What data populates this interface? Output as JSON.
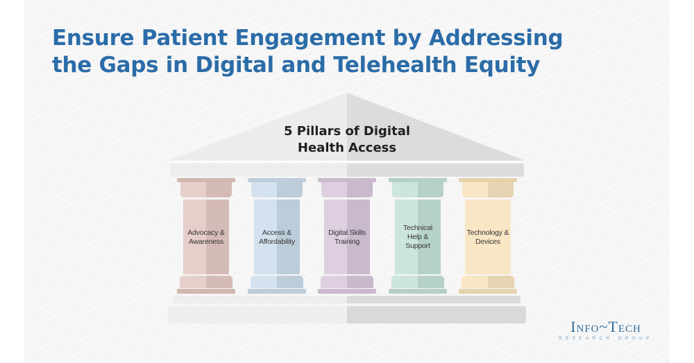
{
  "title": {
    "line1": "Ensure Patient Engagement by Addressing",
    "line2": "the Gaps in Digital and Telehealth Equity",
    "color": "#2b6ca8"
  },
  "temple": {
    "roof_label_line1": "5 Pillars of Digital",
    "roof_label_line2": "Health Access",
    "roof_colors": {
      "light": "#ececec",
      "dark": "#dcdcdc"
    }
  },
  "pillars": [
    {
      "line1": "Advocacy &",
      "line2": "Awareness",
      "line3": "",
      "light": "#e6cfcb",
      "dark": "#d5bbb7",
      "rim": "#d2b6b2"
    },
    {
      "line1": "Access &",
      "line2": "Affordability",
      "line3": "",
      "light": "#d3e2ee",
      "dark": "#bccdda",
      "rim": "#bfcdd9"
    },
    {
      "line1": "Digital Skills",
      "line2": "Training",
      "line3": "",
      "light": "#ddcfe0",
      "dark": "#c8b9cc",
      "rim": "#c9bbcc"
    },
    {
      "line1": "Technical",
      "line2": "Help &",
      "line3": "Support",
      "light": "#cde6dc",
      "dark": "#b6d2c8",
      "rim": "#b6d0c6"
    },
    {
      "line1": "Technology &",
      "line2": "Devices",
      "line3": "",
      "light": "#f9e6c4",
      "dark": "#e6d3b1",
      "rim": "#e7d2ae"
    }
  ],
  "logo": {
    "main": "Info~Tech",
    "sub": "RESEARCH GROUP",
    "color": "#2f6d99"
  }
}
